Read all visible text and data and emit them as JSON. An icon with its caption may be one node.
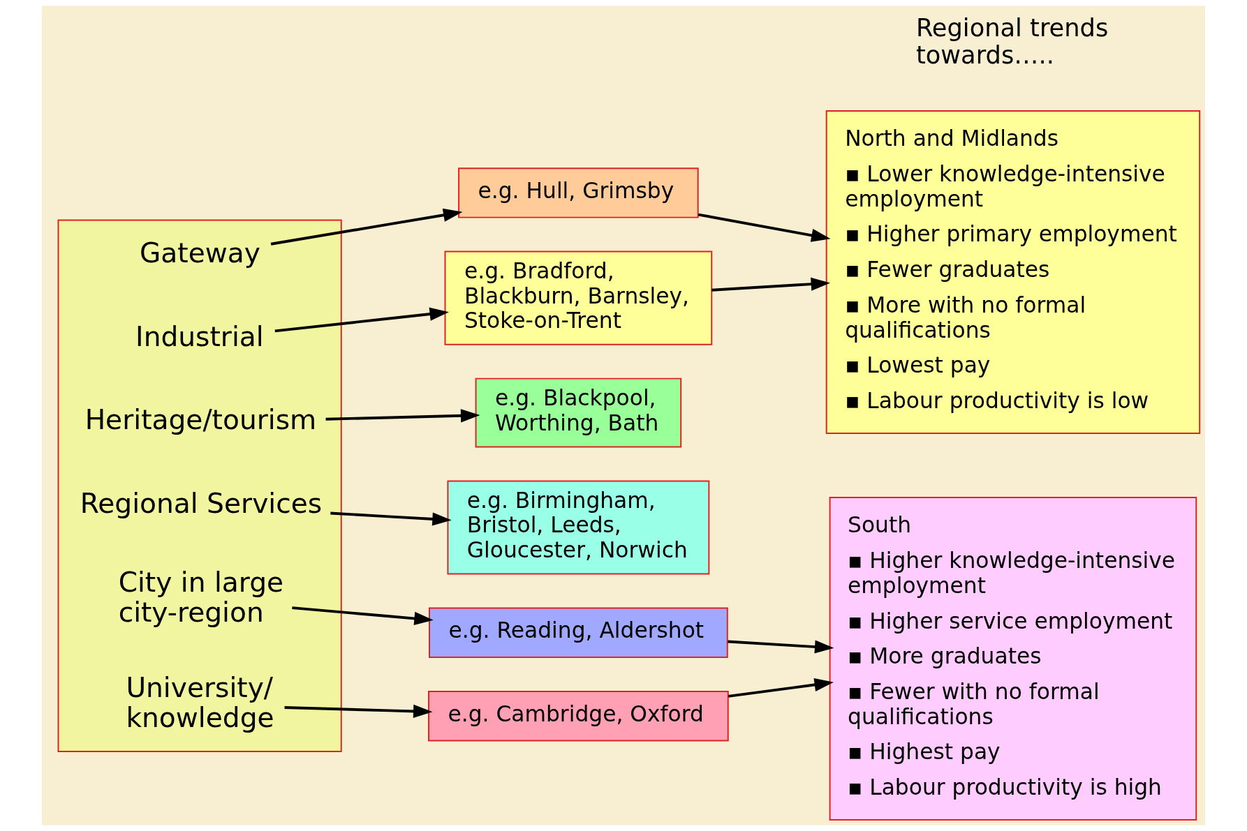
{
  "diagram": {
    "nodes": [
      {
        "text": [],
        "shape": "box"
      },
      {
        "text": [
          "Gateway"
        ],
        "in": 0
      },
      {
        "text": [
          "Industrial"
        ],
        "in": 0
      },
      {
        "text": [
          "Heritage/tourism"
        ],
        "in": 0
      },
      {
        "text": [
          "Regional Services"
        ],
        "in": 0
      },
      {
        "text": [
          "City in large city-region"
        ],
        "in": 0
      },
      {
        "text": [
          "University/ knowledge"
        ],
        "in": 0
      },
      {
        "text": [
          "e.g. Hull, Grimsby"
        ]
      },
      {
        "text": [
          "e.g. Bradford, Blackburn, Barnsley, Stoke-on-Trent"
        ]
      },
      {
        "text": [
          "e.g. Blackpool, Worthing, Bath"
        ]
      },
      {
        "text": [
          "e.g. Birmingham, Bristol, Leeds, Gloucester, Norwich"
        ]
      },
      {
        "text": [
          "e.g. Reading, Aldershot"
        ]
      },
      {
        "text": [
          "e.g. Cambridge, Oxford"
        ]
      },
      {
        "text": [
          "North and Midlands",
          "▪ Lower knowledge-intensive employment",
          "▪ Higher primary employment",
          "▪ Fewer graduates",
          "▪ More with no formal qualifications",
          "▪ Lowest pay",
          "▪ Labour productivity is low"
        ]
      },
      {
        "text": [
          "South",
          "▪ Higher knowledge-intensive employment",
          "▪ Higher service employment",
          "▪ More graduates",
          "▪ Fewer with no formal qualifications",
          "▪ Highest pay",
          "▪ Labour productivity is high"
        ]
      }
    ],
    "edges": [
      {
        "from": 1,
        "to": 7,
        "arrow": "to"
      },
      {
        "from": 2,
        "to": 8,
        "arrow": "to"
      },
      {
        "from": 3,
        "to": 9,
        "arrow": "to"
      },
      {
        "from": 4,
        "to": 10,
        "arrow": "to"
      },
      {
        "from": 5,
        "to": 11,
        "arrow": "to"
      },
      {
        "from": 6,
        "to": 12,
        "arrow": "to"
      },
      {
        "from": 7,
        "to": 13,
        "arrow": "to"
      },
      {
        "from": 8,
        "to": 13,
        "arrow": "to"
      },
      {
        "from": 11,
        "to": 14,
        "arrow": "to"
      },
      {
        "from": 12,
        "to": 14,
        "arrow": "to"
      }
    ],
    "labels": [
      "Regional trends towards….."
    ]
  }
}
